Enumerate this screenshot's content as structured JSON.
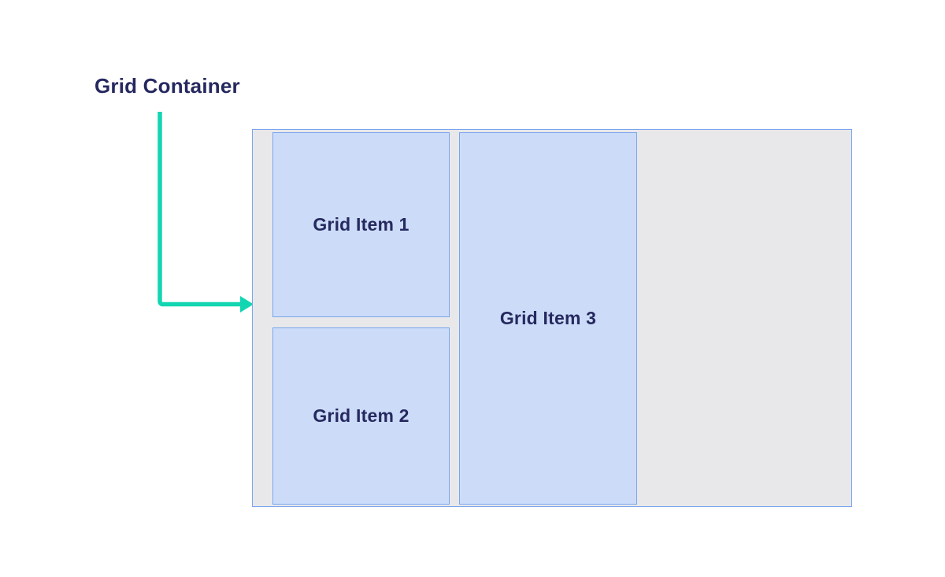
{
  "colors": {
    "arrow": "#12d6b2",
    "container-bg": "#e8e8ea",
    "item-bg": "#ccdcf8",
    "border": "#7aa5ee",
    "text": "#26295f"
  },
  "diagram": {
    "container_label": "Grid Container",
    "items": [
      {
        "label": "Grid Item 1"
      },
      {
        "label": "Grid Item 2"
      },
      {
        "label": "Grid Item 3"
      }
    ]
  }
}
